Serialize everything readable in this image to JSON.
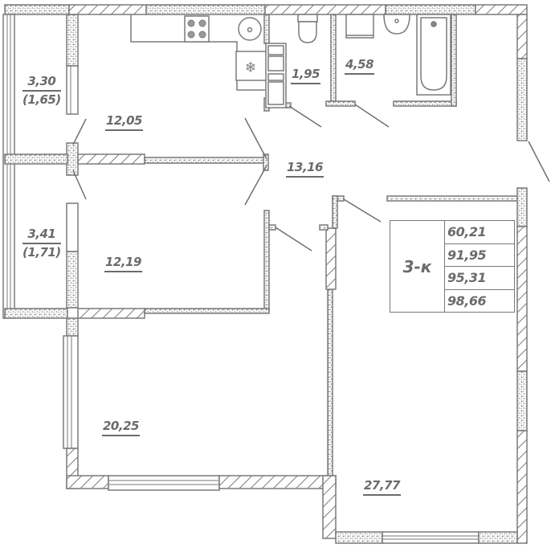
{
  "plan": {
    "apartment_type": "3-к",
    "summary_areas": [
      "60,21",
      "91,95",
      "95,31",
      "98,66"
    ],
    "rooms": [
      {
        "id": "balcony-top",
        "area": "3,30",
        "sub": "(1,65)"
      },
      {
        "id": "kitchen",
        "area": "12,05"
      },
      {
        "id": "toilet",
        "area": "1,95"
      },
      {
        "id": "bathroom",
        "area": "4,58"
      },
      {
        "id": "hallway",
        "area": "13,16"
      },
      {
        "id": "balcony-bottom",
        "area": "3,41",
        "sub": "(1,71)"
      },
      {
        "id": "bedroom-1",
        "area": "12,19"
      },
      {
        "id": "living-room",
        "area": "20,25"
      },
      {
        "id": "bedroom-2",
        "area": "27,77"
      }
    ],
    "colors": {
      "wall": "#7a7a7a",
      "text": "#6b6b6b",
      "background": "#ffffff"
    }
  }
}
